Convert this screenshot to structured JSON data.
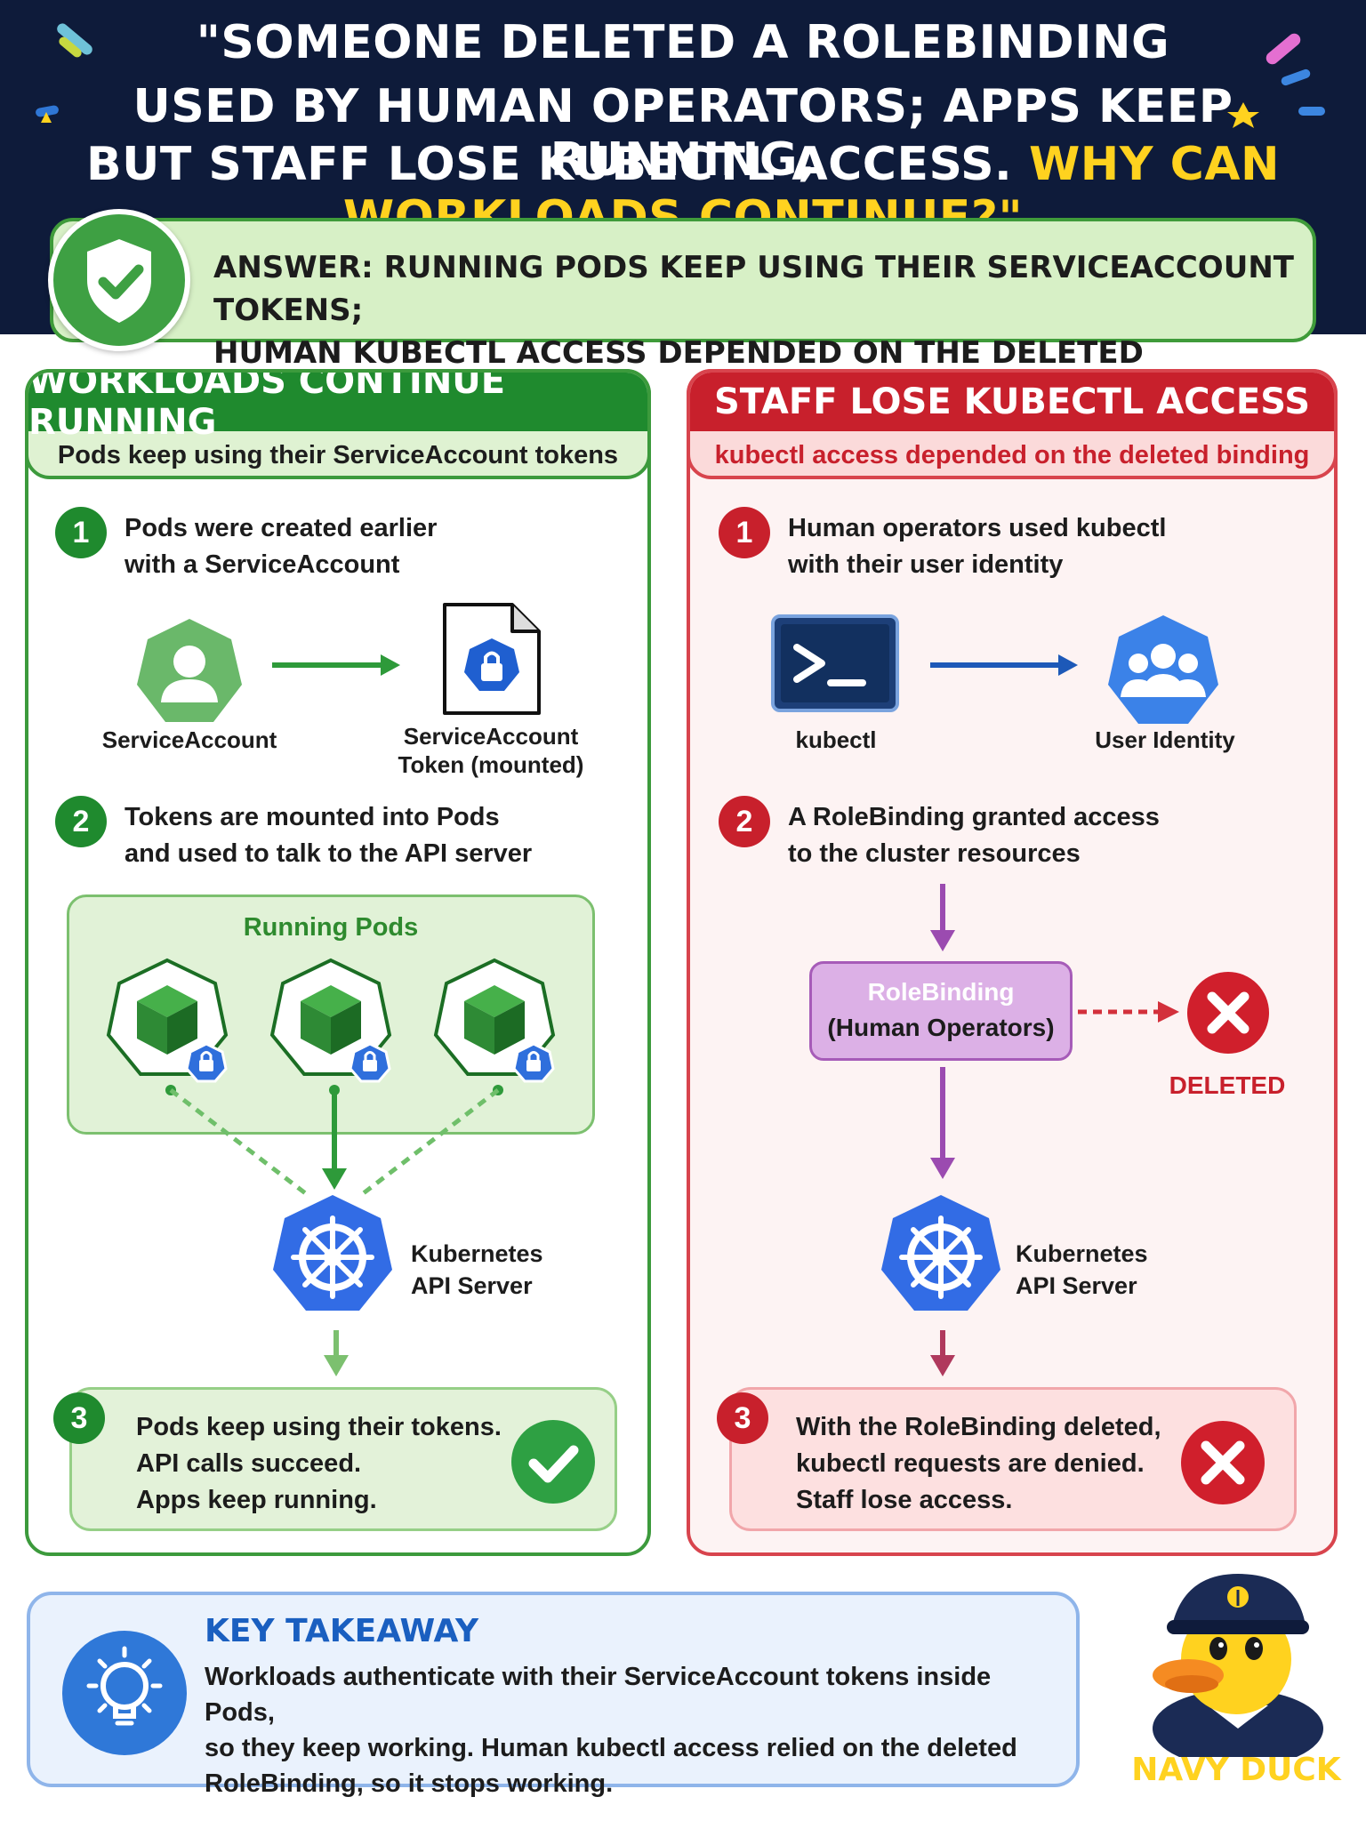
{
  "header": {
    "line1": "\"SOMEONE DELETED A ROLEBINDING",
    "line2": "USED BY HUMAN OPERATORS; APPS KEEP RUNNING,",
    "line3a": "BUT STAFF LOSE KUBECTL ACCESS.",
    "line3b": "WHY CAN WORKLOADS CONTINUE?\""
  },
  "answer": {
    "line1": "ANSWER: RUNNING PODS KEEP USING THEIR SERVICEACCOUNT TOKENS;",
    "line2": "HUMAN KUBECTL ACCESS DEPENDED ON THE DELETED BINDING."
  },
  "left": {
    "title": "WORKLOADS CONTINUE RUNNING",
    "subtitle": "Pods keep using their ServiceAccount tokens",
    "step1": {
      "num": "1",
      "line1": "Pods were created earlier",
      "line2": "with a ServiceAccount"
    },
    "serviceaccount_label": "ServiceAccount",
    "token_label1": "ServiceAccount",
    "token_label2": "Token (mounted)",
    "step2": {
      "num": "2",
      "line1": "Tokens are mounted into Pods",
      "line2": "and used to talk to the API server"
    },
    "running_pods_title": "Running Pods",
    "api_label1": "Kubernetes",
    "api_label2": "API Server",
    "step3": {
      "num": "3",
      "line1": "Pods keep using their tokens.",
      "line2": "API calls succeed.",
      "line3": "Apps keep running."
    }
  },
  "right": {
    "title": "STAFF LOSE KUBECTL ACCESS",
    "subtitle": "kubectl access depended on the deleted binding",
    "step1": {
      "num": "1",
      "line1": "Human operators used kubectl",
      "line2": "with their user identity"
    },
    "kubectl_label": "kubectl",
    "user_identity_label": "User Identity",
    "step2": {
      "num": "2",
      "line1": "A RoleBinding granted access",
      "line2": "to the cluster resources"
    },
    "rolebinding_title": "RoleBinding",
    "rolebinding_sub": "(Human Operators)",
    "deleted_label": "DELETED",
    "api_label1": "Kubernetes",
    "api_label2": "API Server",
    "step3": {
      "num": "3",
      "line1": "With the RoleBinding deleted,",
      "line2": "kubectl requests are denied.",
      "line3": "Staff lose access."
    }
  },
  "takeaway": {
    "title": "KEY TAKEAWAY",
    "line1": "Workloads authenticate with their ServiceAccount tokens inside Pods,",
    "line2": "so they keep working. Human kubectl access relied on the deleted",
    "line3": "RoleBinding, so it stops working."
  },
  "mascot": {
    "label": "NAVY DUCK"
  },
  "colors": {
    "header_bg": "#0e1b3a",
    "accent_yellow": "#ffd21f",
    "success_green": "#1f8a2e",
    "danger_red": "#c8202c",
    "k8s_blue": "#326ce5",
    "rolebinding_purple": "#a65bb8"
  }
}
